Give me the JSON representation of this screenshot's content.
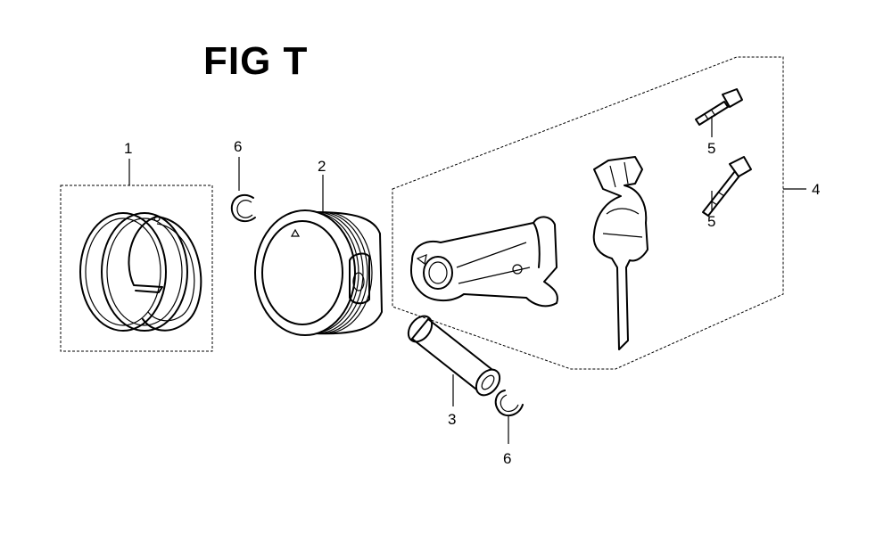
{
  "figure": {
    "title": "FIG T"
  },
  "callouts": {
    "piston_rings": "1",
    "piston": "2",
    "piston_pin": "3",
    "connecting_rod_assembly": "4",
    "bolt_upper": "5",
    "bolt_lower": "5",
    "clip_upper": "6",
    "clip_lower": "6"
  }
}
